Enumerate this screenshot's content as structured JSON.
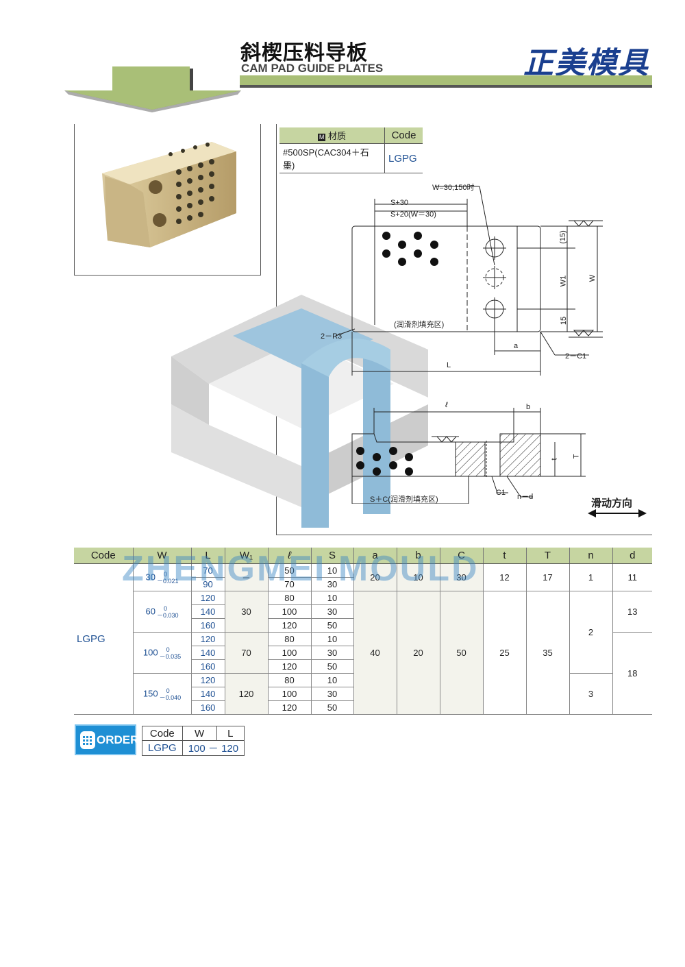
{
  "header": {
    "title_cn": "斜楔压料导板",
    "title_en": "CAM PAD GUIDE PLATES",
    "brand": "正美模具"
  },
  "material_table": {
    "icon": "M",
    "header_material": "材质",
    "header_code": "Code",
    "material": "#500SP(CAC304＋石墨)",
    "code": "LGPG"
  },
  "drawing": {
    "w_note": "W=30,150时",
    "s30": "S+30",
    "s20": "S+20(W＝30)",
    "dim_15_top": "(15)",
    "dim_w1": "W1",
    "dim_w": "W",
    "dim_15": "15",
    "lube_area": "(润滑剂填充区)",
    "r3": "2－R3",
    "a": "a",
    "c1_2": "2－C1",
    "L": "L",
    "l": "ℓ",
    "b": "b",
    "t": "t",
    "T": "T",
    "c1": "C1",
    "nd": "n－d",
    "sc_lube": "S＋C(润滑剂填充区)",
    "slide_dir": "滑动方向"
  },
  "watermark": "ZHENGMEI MOULD",
  "table": {
    "headers": [
      "Code",
      "W",
      "L",
      "W₁",
      "ℓ",
      "S",
      "a",
      "b",
      "C",
      "t",
      "T",
      "n",
      "d"
    ],
    "code": "LGPG",
    "w_groups": [
      {
        "w": "30",
        "tol_upper": "0",
        "tol_lower": "－0.021"
      },
      {
        "w": "60",
        "tol_upper": "0",
        "tol_lower": "－0.030"
      },
      {
        "w": "100",
        "tol_upper": "0",
        "tol_lower": "－0.035"
      },
      {
        "w": "150",
        "tol_upper": "0",
        "tol_lower": "－0.040"
      }
    ],
    "rows": [
      {
        "L": "70",
        "l": "50",
        "S": "10"
      },
      {
        "L": "90",
        "l": "70",
        "S": "30"
      },
      {
        "L": "120",
        "l": "80",
        "S": "10"
      },
      {
        "L": "140",
        "l": "100",
        "S": "30"
      },
      {
        "L": "160",
        "l": "120",
        "S": "50"
      },
      {
        "L": "120",
        "l": "80",
        "S": "10"
      },
      {
        "L": "140",
        "l": "100",
        "S": "30"
      },
      {
        "L": "160",
        "l": "120",
        "S": "50"
      },
      {
        "L": "120",
        "l": "80",
        "S": "10"
      },
      {
        "L": "140",
        "l": "100",
        "S": "30"
      },
      {
        "L": "160",
        "l": "120",
        "S": "50"
      }
    ],
    "w1": [
      "－",
      "30",
      "70",
      "120"
    ],
    "first": {
      "a": "20",
      "b": "10",
      "C": "30",
      "t": "12",
      "T": "17",
      "n": "1",
      "d": "11"
    },
    "rest": {
      "a": "40",
      "b": "20",
      "C": "50",
      "t": "25",
      "T": "35",
      "n2": "2",
      "n3": "3",
      "d13": "13",
      "d18": "18"
    }
  },
  "order": {
    "badge": "ORDER",
    "headers": [
      "Code",
      "W",
      "L"
    ],
    "code": "LGPG",
    "w": "100",
    "dash": "－",
    "l": "120"
  }
}
